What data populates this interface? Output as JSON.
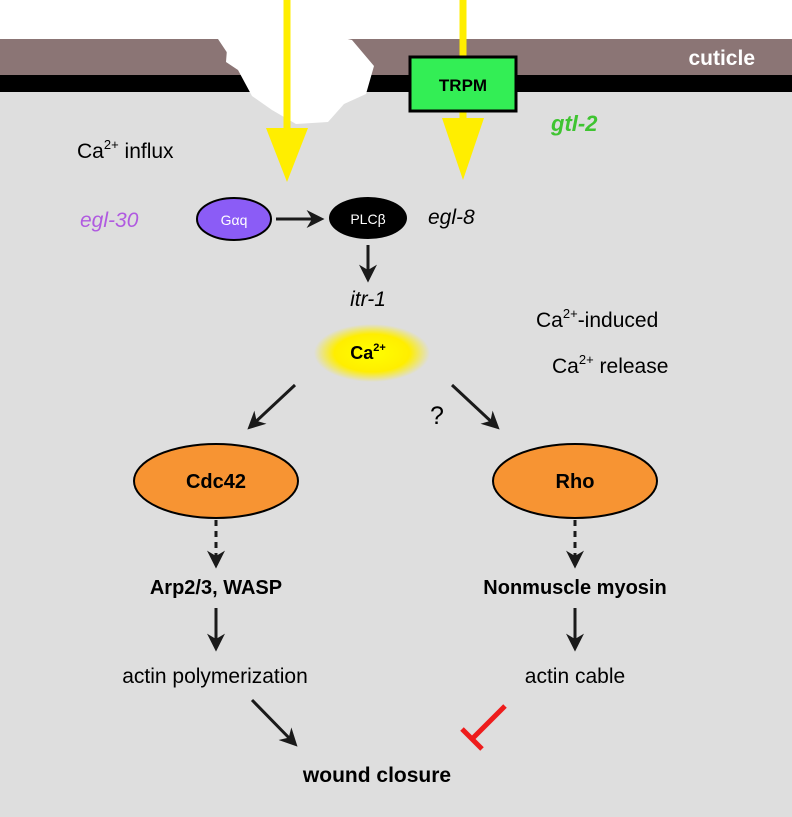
{
  "cuticle_label": "cuticle",
  "channel_label": "TRPM",
  "channel_gene": "gtl-2",
  "influx": {
    "base": "Ca",
    "sup": "2+",
    "rest": " influx"
  },
  "gaq": {
    "label": "Gαq",
    "gene": "egl-30"
  },
  "plcb": {
    "label": "PLCβ",
    "gene": "egl-8"
  },
  "receptor_gene": "itr-1",
  "calcium": {
    "base": "Ca",
    "sup": "2+"
  },
  "cicr_line1": {
    "base": "Ca",
    "sup": "2+",
    "rest": "-induced"
  },
  "cicr_line2": {
    "base": "Ca",
    "sup": "2+",
    "rest": " release"
  },
  "question_mark": "?",
  "left_branch": {
    "gtpase": "Cdc42",
    "effector": "Arp2/3, WASP",
    "process": "actin polymerization"
  },
  "right_branch": {
    "gtpase": "Rho",
    "effector": "Nonmuscle myosin",
    "process": "actin cable"
  },
  "outcome": "wound closure",
  "colors": {
    "cell_bg": "#dedede",
    "cuticle": "#8b7575",
    "membrane": "#000000",
    "influx_arrow": "#ffee00",
    "trpm_box": "#33ee55",
    "gtl2_text": "#3fc431",
    "egl30_text": "#b05ae0",
    "gaq_fill": "#8b5cf6",
    "gtpase_fill": "#f79433",
    "inhibit": "#ee1c1c"
  }
}
